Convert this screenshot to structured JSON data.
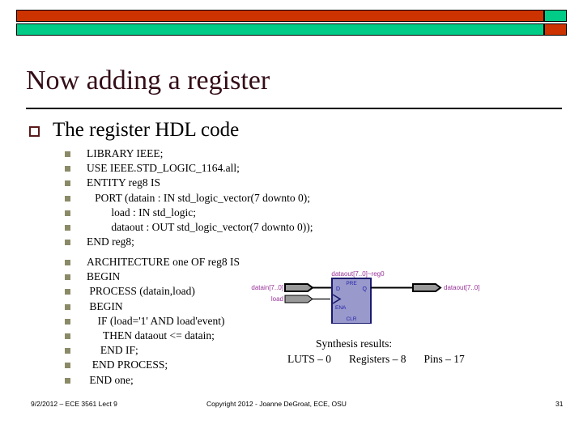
{
  "deco": {
    "red": "#cc3300",
    "green": "#00cc88",
    "outline": "#000000"
  },
  "slide": {
    "title": "Now adding a register",
    "title_color": "#330d17"
  },
  "bullet_level1": {
    "marker": "hollow-square-bullet",
    "text": "The register HDL code"
  },
  "code_block_1": {
    "marker": "filled-square-bullet",
    "lines": [
      "LIBRARY IEEE;",
      "USE IEEE.STD_LOGIC_1164.all;",
      "ENTITY reg8 IS",
      "   PORT (datain : IN std_logic_vector(7 downto 0);",
      "         load : IN std_logic;",
      "         dataout : OUT std_logic_vector(7 downto 0));",
      "END reg8;"
    ]
  },
  "code_block_2": {
    "marker": "filled-square-bullet",
    "lines": [
      "ARCHITECTURE one OF reg8 IS",
      "BEGIN",
      " PROCESS (datain,load)",
      " BEGIN",
      "    IF (load='1' AND load'event)",
      "      THEN dataout <= datain;",
      "     END IF;",
      "  END PROCESS;",
      " END one;"
    ]
  },
  "schematic": {
    "block_label": "dataout[7..0]~reg0",
    "input_ports": [
      {
        "name": "datain[7..0]"
      },
      {
        "name": "load"
      }
    ],
    "output_ports": [
      {
        "name": "dataout[7..0]"
      }
    ],
    "block_pins": {
      "top": "PRE",
      "left_data": "D",
      "right_q": "Q",
      "enable": "ENA",
      "clear": "CLR"
    },
    "colors": {
      "block_fill": "#9999cc",
      "block_stroke": "#1a1a6e",
      "label_text": "#993399",
      "pin_text": "#2222aa",
      "port_fill": "#999999",
      "wire": "#000000"
    }
  },
  "synthesis": {
    "title": "Synthesis results:",
    "stats": [
      "LUTS – 0",
      "Registers – 8",
      "Pins – 17"
    ]
  },
  "footer": {
    "left": "9/2/2012 – ECE 3561 Lect 9",
    "center": "Copyright 2012 - Joanne DeGroat, ECE, OSU",
    "page": "31"
  }
}
